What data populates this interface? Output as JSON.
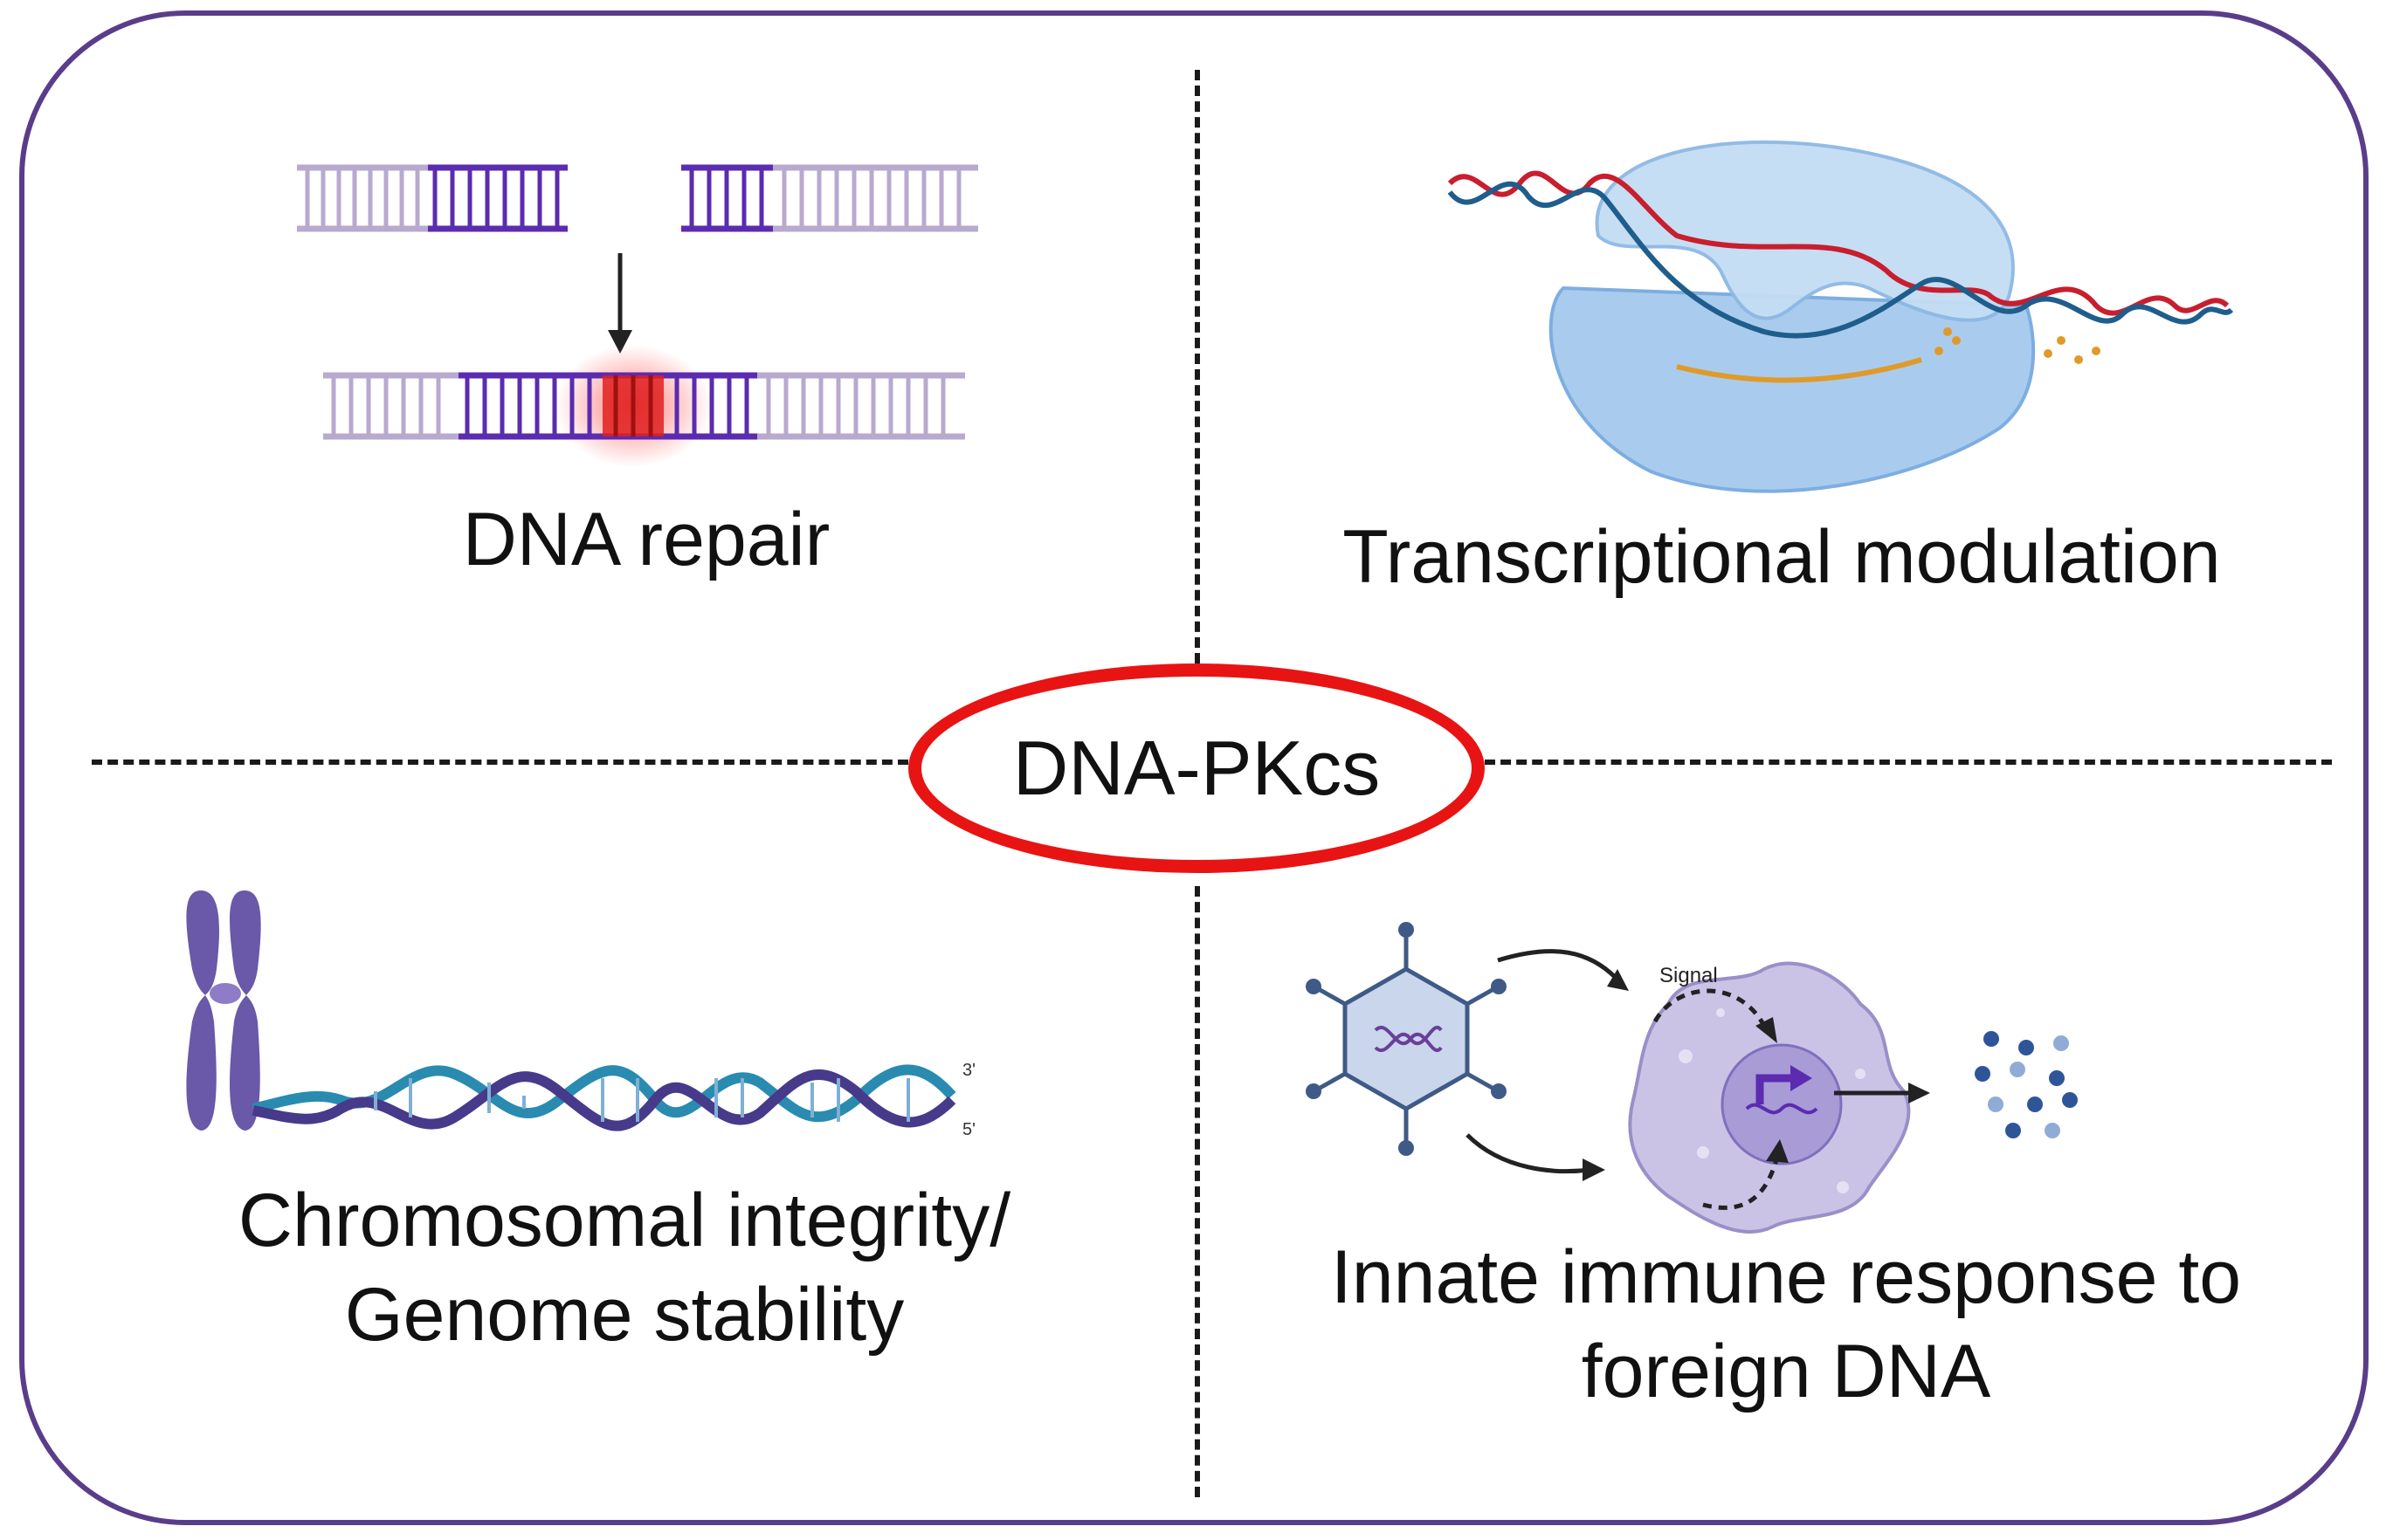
{
  "center": {
    "label": "DNA-PKcs"
  },
  "quadrants": {
    "top_left": {
      "label": "DNA repair"
    },
    "top_right": {
      "label": "Transcriptional modulation"
    },
    "bottom_left": {
      "label_line1": "Chromosomal integrity/",
      "label_line2": "Genome stability",
      "dna_end_3": "3'",
      "dna_end_5": "5'"
    },
    "bottom_right": {
      "label_line1": "Innate immune response to",
      "label_line2": "foreign DNA",
      "signal_label": "Signal"
    }
  },
  "colors": {
    "border": "#5a3d8a",
    "ellipse": "#e81414",
    "dna_purple": "#5b2bb0",
    "dna_lilac": "#b8a9cf",
    "repair_red": "#e02020"
  }
}
